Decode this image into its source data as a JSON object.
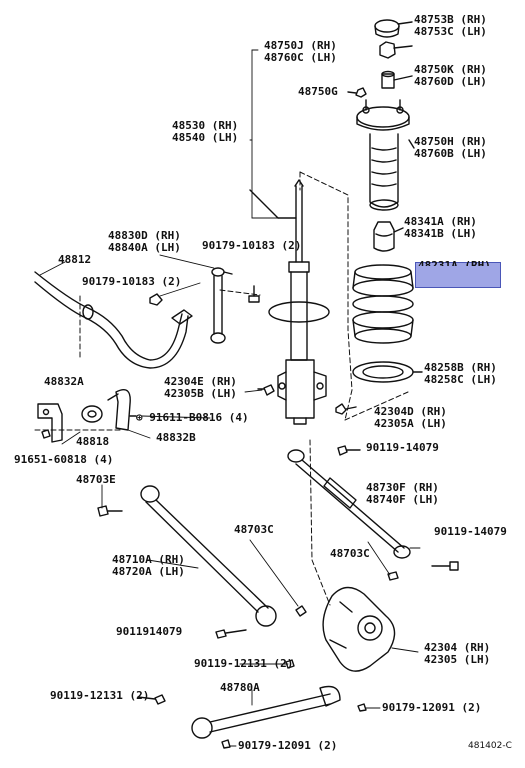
{
  "diagram": {
    "ref_code": "481402-C",
    "highlight_color": "#9fa6e6",
    "labels": {
      "l48753": [
        "48753B (RH)",
        "48753C (LH)"
      ],
      "l48750j": [
        "48750J (RH)",
        "48760C (LH)"
      ],
      "l48750k": [
        "48750K (RH)",
        "48760D (LH)"
      ],
      "l48750g": "48750G",
      "l48530": [
        "48530 (RH)",
        "48540 (LH)"
      ],
      "l48750h": [
        "48750H (RH)",
        "48760B (LH)"
      ],
      "l48341": [
        "48341A (RH)",
        "48341B (LH)"
      ],
      "l48830": [
        "48830D (RH)",
        "48840A (LH)"
      ],
      "l90179_10183a": "90179-10183 (2)",
      "l48812": "48812",
      "l90179_10183b": "90179-10183 (2)",
      "l48231": "48231A (RH)",
      "l48832a": "48832A",
      "l42304e": [
        "42304E (RH)",
        "42305B (LH)"
      ],
      "l48258": [
        "48258B (RH)",
        "48258C (LH)"
      ],
      "l91611": "91611-B0816 (4)",
      "l42304d": [
        "42304D (RH)",
        "42305A (LH)"
      ],
      "l48818": "48818",
      "l48832b": "48832B",
      "l91651": "91651-60818 (4)",
      "l90119_14079a": "90119-14079",
      "l48703e": "48703E",
      "l48730f": [
        "48730F (RH)",
        "48740F (LH)"
      ],
      "l48703c_a": "48703C",
      "l90119_14079b": "90119-14079",
      "l48710a": [
        "48710A (RH)",
        "48720A (LH)"
      ],
      "l48703c_b": "48703C",
      "l9011914079": "9011914079",
      "l42304": [
        "42304 (RH)",
        "42305 (LH)"
      ],
      "l90119_12131a": "90119-12131 (2)",
      "l48780a": "48780A",
      "l90119_12131b": "90119-12131 (2)",
      "l90179_12091a": "90179-12091 (2)",
      "l90179_12091b": "90179-12091 (2)"
    }
  }
}
